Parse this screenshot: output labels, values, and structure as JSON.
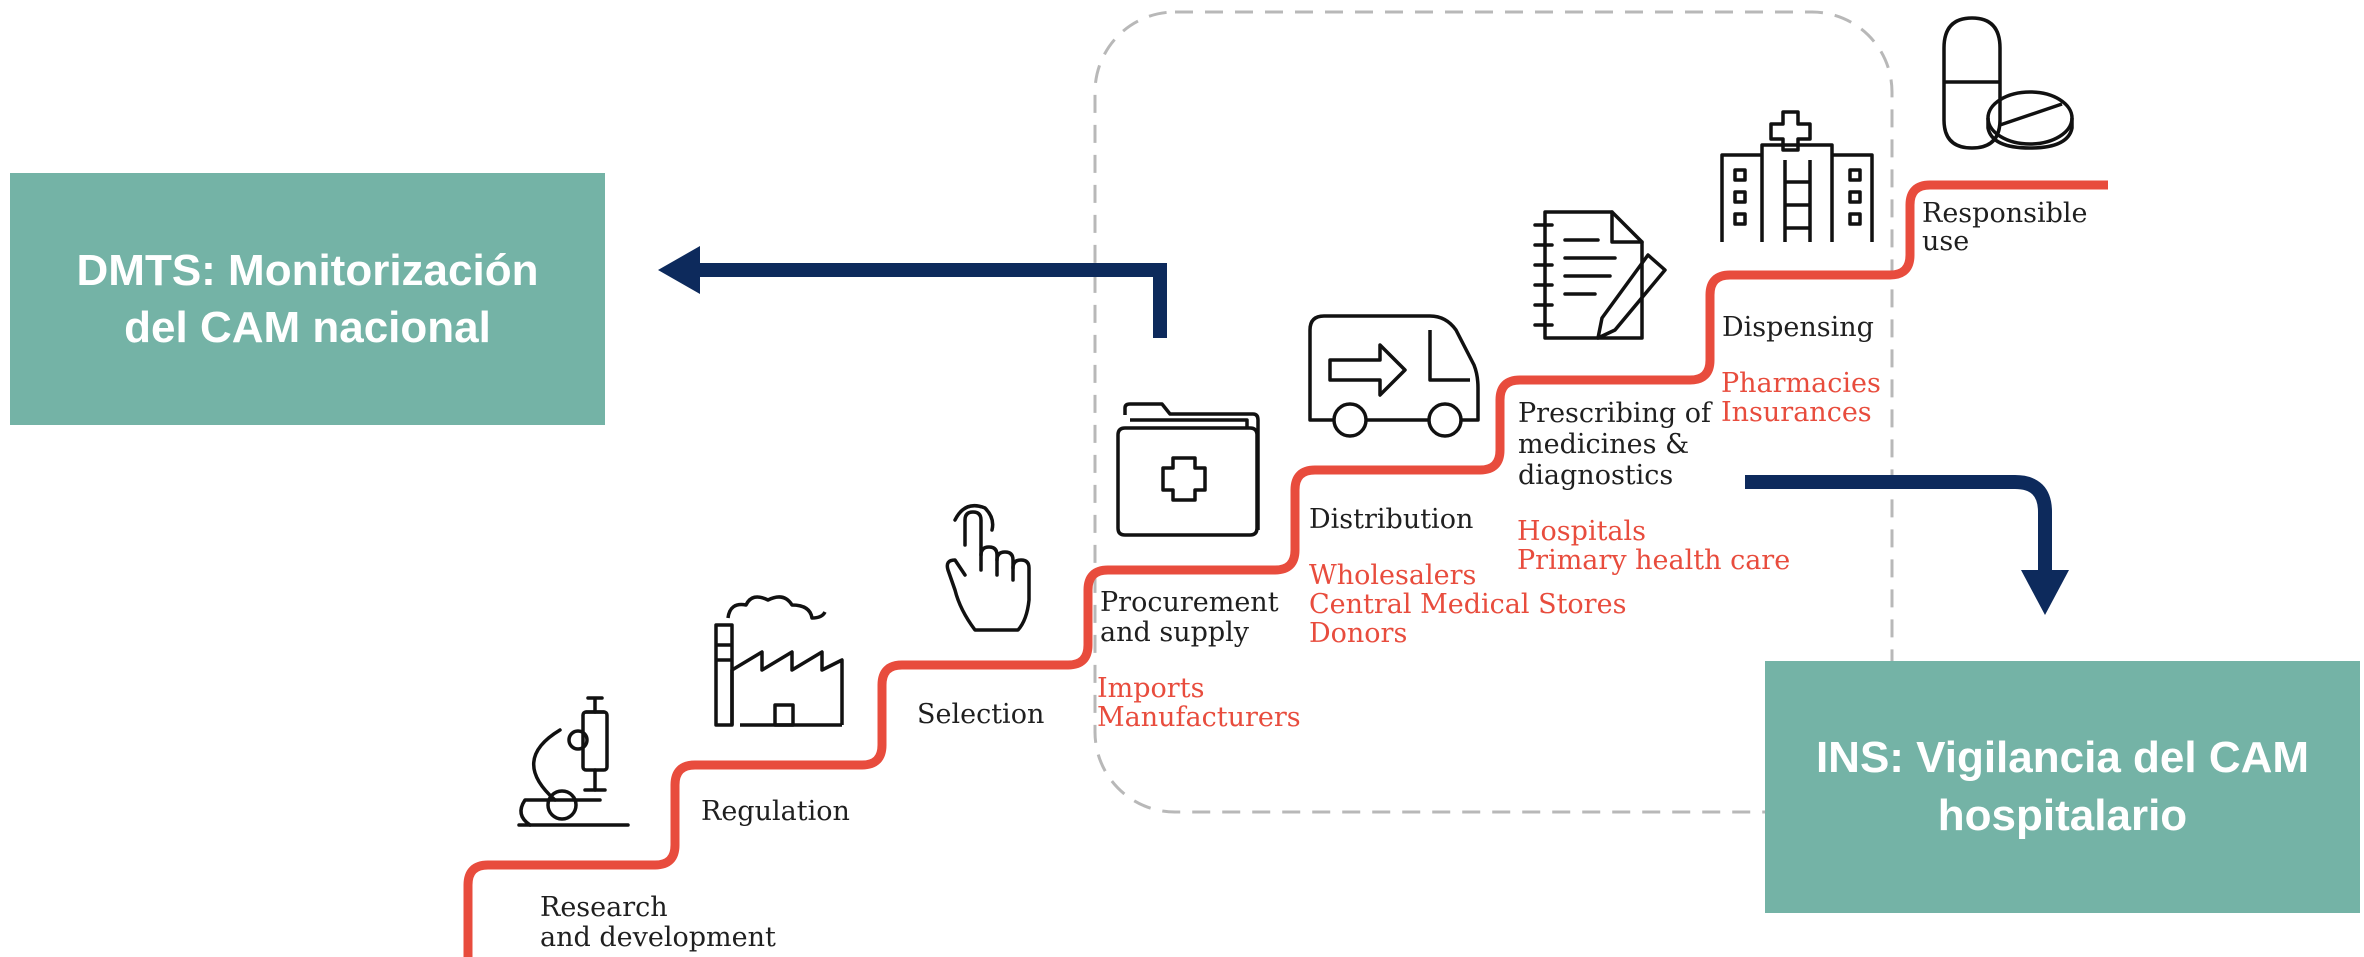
{
  "boxes": {
    "left": {
      "line1": "DMTS: Monitorización",
      "line2": "del CAM nacional",
      "color": "#74b3a6"
    },
    "right": {
      "line1": "INS: Vigilancia del CAM",
      "line2": "hospitalario",
      "color": "#74b3a6"
    }
  },
  "steps": [
    {
      "label": [
        "Research",
        "and development"
      ],
      "actors": [],
      "icon": "microscope-icon"
    },
    {
      "label": [
        "Regulation"
      ],
      "actors": [],
      "icon": "factory-icon"
    },
    {
      "label": [
        "Selection"
      ],
      "actors": [],
      "icon": "hand-pointer-icon"
    },
    {
      "label": [
        "Procurement",
        "and supply"
      ],
      "actors": [
        "Imports",
        "Manufacturers"
      ],
      "icon": "medical-folder-icon"
    },
    {
      "label": [
        "Distribution"
      ],
      "actors": [
        "Wholesalers",
        "Central Medical Stores",
        "Donors"
      ],
      "icon": "delivery-van-icon"
    },
    {
      "label": [
        "Prescribing of",
        "medicines &",
        "diagnostics"
      ],
      "actors": [
        "Hospitals",
        "Primary health care"
      ],
      "icon": "prescription-notepad-icon"
    },
    {
      "label": [
        "Dispensing"
      ],
      "actors": [
        "Pharmacies",
        "Insurances"
      ],
      "icon": "hospital-building-icon"
    },
    {
      "label": [
        "Responsible",
        "use"
      ],
      "actors": [],
      "icon": "pill-capsule-icon"
    }
  ],
  "colors": {
    "stair": "#e84c3d",
    "arrow": "#0d2a5c",
    "dashed": "#b8b8b8",
    "actor_text": "#e84c3d"
  }
}
